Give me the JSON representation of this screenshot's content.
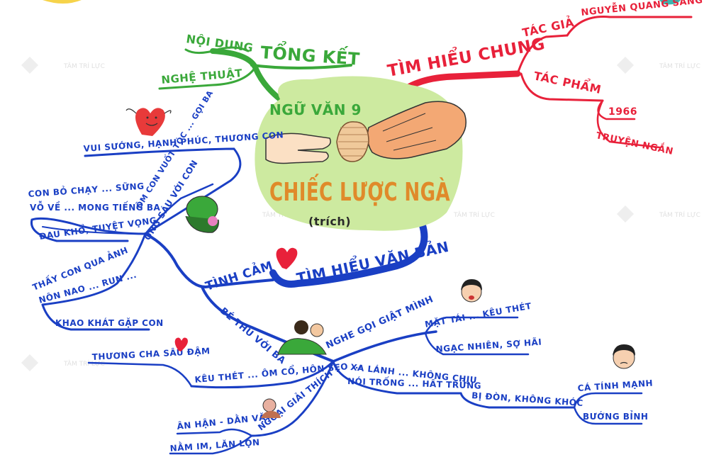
{
  "colors": {
    "green": "#3aa83a",
    "red": "#e8213a",
    "blue": "#1a3fc4",
    "center_blob": "#cdeaa0",
    "text_dark": "#2a2a2a"
  },
  "center": {
    "subject": "NGỮ VĂN 9",
    "title": "CHIẾC LƯỢC NGÀ",
    "subtitle": "(trích)"
  },
  "branches": {
    "tong_ket": {
      "label": "TỔNG KẾT",
      "children": [
        "NỘI DUNG",
        "NGHỆ THUẬT"
      ]
    },
    "tim_hieu_chung": {
      "label": "TÌM HIỂU CHUNG",
      "tac_gia": {
        "label": "TÁC GIẢ",
        "value": "NGUYỄN QUANG SÁNG"
      },
      "tac_pham": {
        "label": "TÁC PHẨM",
        "values": [
          "1966",
          "TRUYỆN NGẮN"
        ]
      }
    },
    "tim_hieu_van_ban": {
      "label": "TÌM HIỂU VĂN BẢN",
      "tinh_cam": {
        "label": "TÌNH CẢM",
        "ong_sau": {
          "label": "ÔNG SÁU VỚI CON",
          "items": [
            "VUI SƯỚNG, HẠNH PHÚC, THƯƠNG CON",
            "ÔM CON VUỐT TÓC ... GỌI BA",
            "CON BỎ CHẠY ... SỮNG",
            "VỖ VỀ ... MONG TIẾNG BA",
            "ĐAU KHỔ, TUYỆT VỌNG",
            "THẤY CON QUA ẢNH",
            "NÔN NAO ... RUN ...",
            "KHAO KHÁT GẶP CON"
          ]
        },
        "be_thu": {
          "label": "BÉ THU VỚI BA",
          "nghe_goi": {
            "label": "NGHE GỌI GIẬT MÌNH",
            "items": [
              "MẶT TÁI ... KÊU THÉT",
              "NGẠC NHIÊN, SỢ HÃI"
            ]
          },
          "xa_lanh": {
            "line1": "XA LÁNH ... KHÔNG CHỊU",
            "line2": "NÓI TRỐNG ... HẤT TRỨNG",
            "bi_don": "BỊ ĐÒN, KHÔNG KHÓC",
            "ca_tinh": [
              "CÁ TÍNH MẠNH",
              "BƯỚNG BỈNH"
            ]
          },
          "keu_thet": {
            "label": "KÊU THÉT ... ÔM CỔ, HÔN SẸO ...",
            "child": "THƯƠNG CHA SÂU ĐẬM"
          },
          "ngoai_giai_thich": {
            "label": "NGOẠI GIẢI THÍCH",
            "items": [
              "ÂN HẬN - DẰN VẶT",
              "NẰM IM, LĂN LỘN"
            ]
          }
        }
      }
    }
  },
  "watermark": "TÂM TRÍ LỰC"
}
